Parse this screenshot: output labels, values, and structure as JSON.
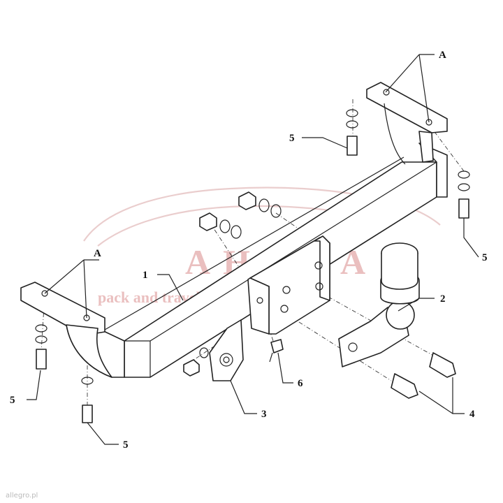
{
  "diagram": {
    "callouts": {
      "A_top": "A",
      "A_left": "A",
      "part_1": "1",
      "part_2": "2",
      "part_3": "3",
      "part_4": "4",
      "part_5_top": "5",
      "part_5_right": "5",
      "part_5_left": "5",
      "part_5_bottom": "5",
      "part_6": "6"
    },
    "watermark": {
      "brand": "AHAKA",
      "tagline": "pack and travel",
      "credit": "allegro.pl"
    }
  }
}
